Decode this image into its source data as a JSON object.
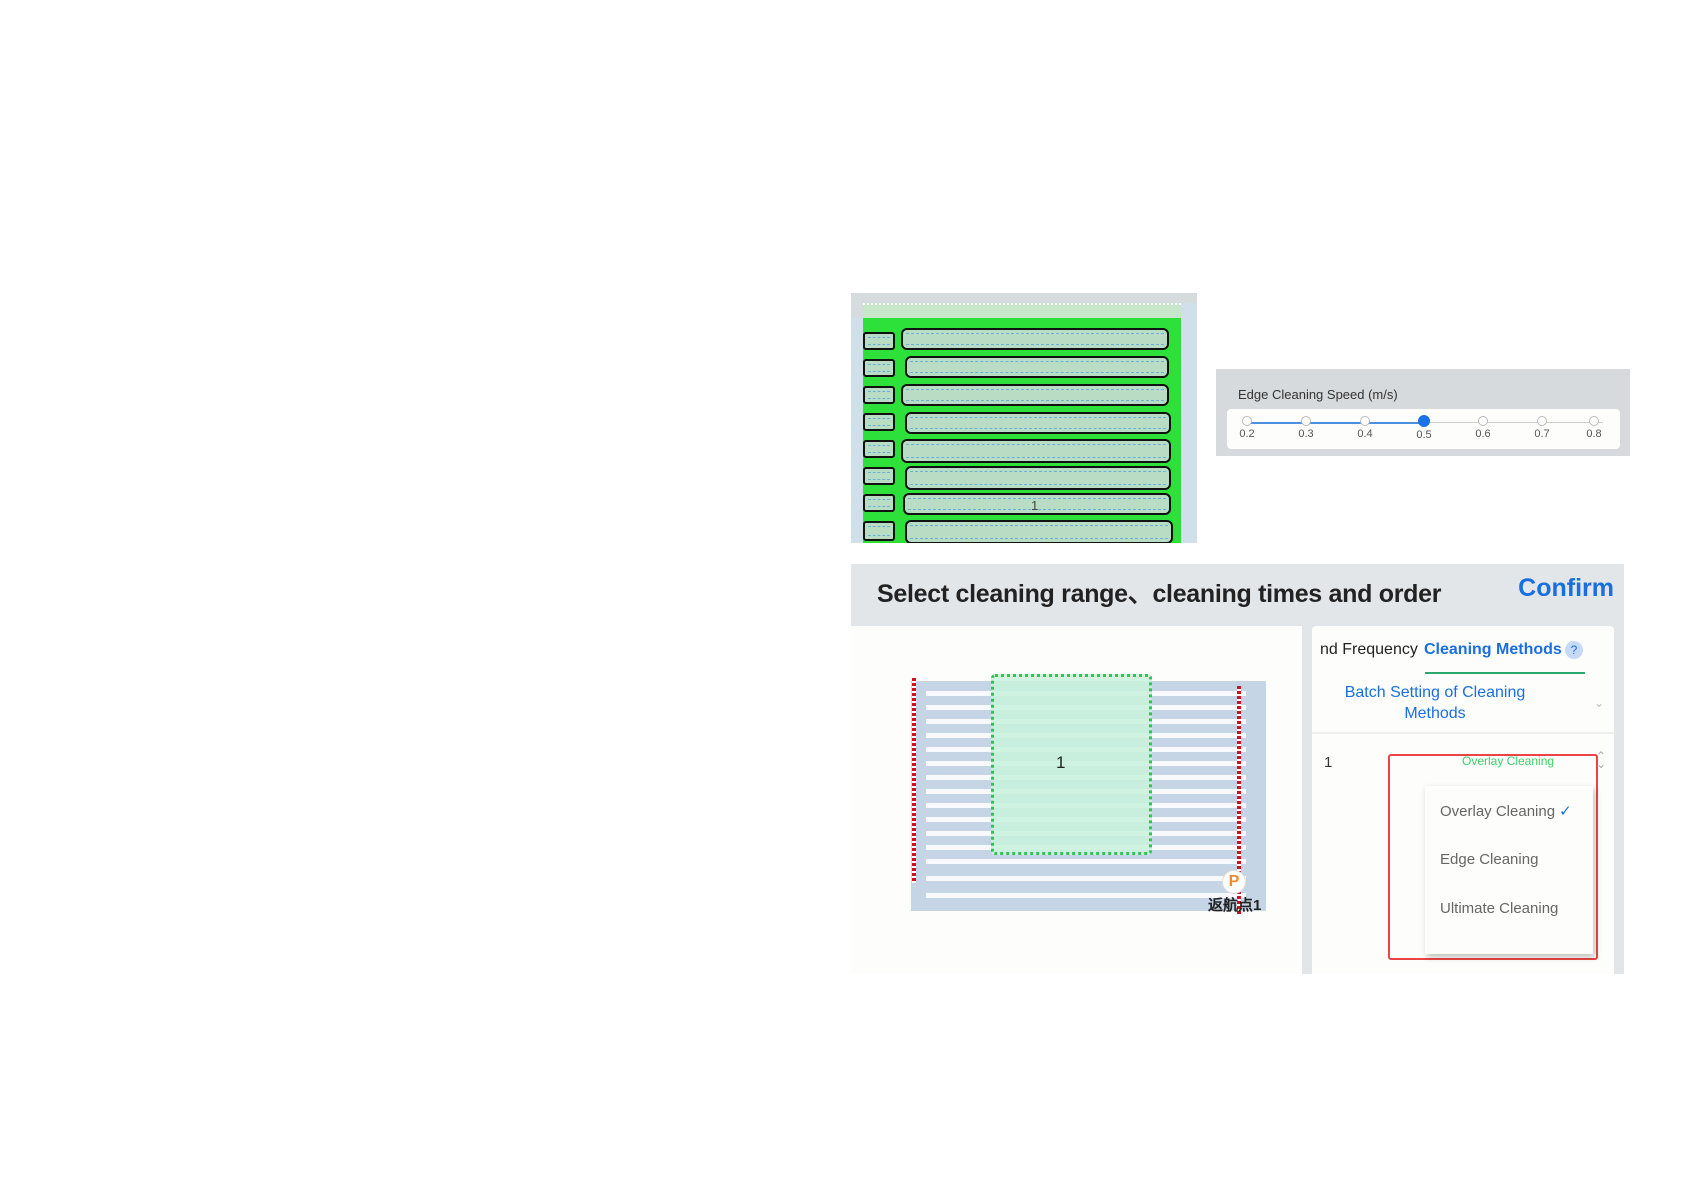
{
  "path_map": {
    "zone_label": "1",
    "colors": {
      "path": "#2ee03a",
      "lane": "#b8dcc4",
      "outline": "#111111",
      "background": "#cfe0ea"
    }
  },
  "speed_setting": {
    "title": "Edge Cleaning Speed (m/s)",
    "options": [
      "0.2",
      "0.3",
      "0.4",
      "0.5",
      "0.6",
      "0.7",
      "0.8"
    ],
    "selected_index": 3,
    "selected_value": "0.5",
    "accent_color": "#1a73e8"
  },
  "region_screen": {
    "title": "Select cleaning range、cleaning times and order",
    "confirm_label": "Confirm",
    "map": {
      "zone_label": "1",
      "home_icon": "P",
      "home_label": "返航点1"
    },
    "tabs": {
      "frequency_label": "nd Frequency",
      "methods_label": "Cleaning Methods",
      "help_icon": "?"
    },
    "batch_setting_label": "Batch Setting of Cleaning Methods",
    "batch_chevron": "⌄",
    "rows": [
      {
        "index": "1",
        "method": "Overlay Cleaning"
      }
    ],
    "dropdown": {
      "options": [
        {
          "label": "Overlay Cleaning",
          "selected": true
        },
        {
          "label": "Edge Cleaning",
          "selected": false
        },
        {
          "label": "Ultimate Cleaning",
          "selected": false
        }
      ],
      "check_icon": "✓"
    },
    "colors": {
      "accent_blue": "#1a6fe0",
      "method_green": "#3fcf6a",
      "highlight_red": "#ec4444",
      "zone_green": "#35c05a"
    }
  }
}
